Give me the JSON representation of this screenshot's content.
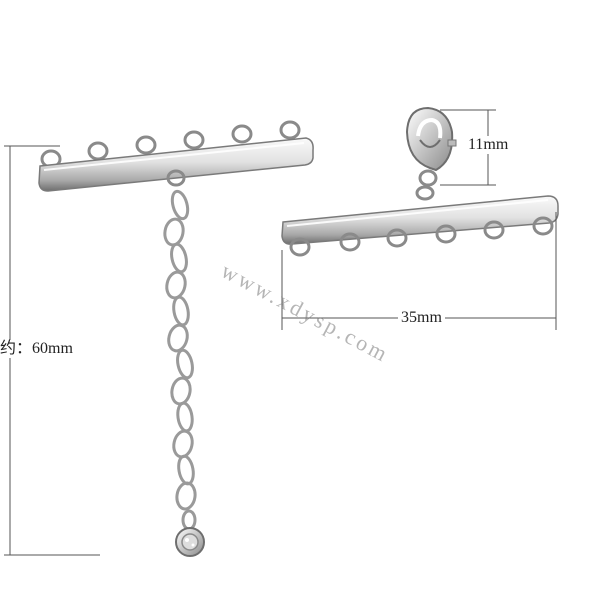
{
  "dimensions": {
    "height_total": "约：60mm",
    "clasp_height": "11mm",
    "bar_width": "35mm"
  },
  "watermark": "www.xdysp.com",
  "colors": {
    "metal_light": "#f4f4f4",
    "metal_mid": "#c9c9c9",
    "metal_dark": "#7a7a7a",
    "dimension_line": "#555555"
  }
}
